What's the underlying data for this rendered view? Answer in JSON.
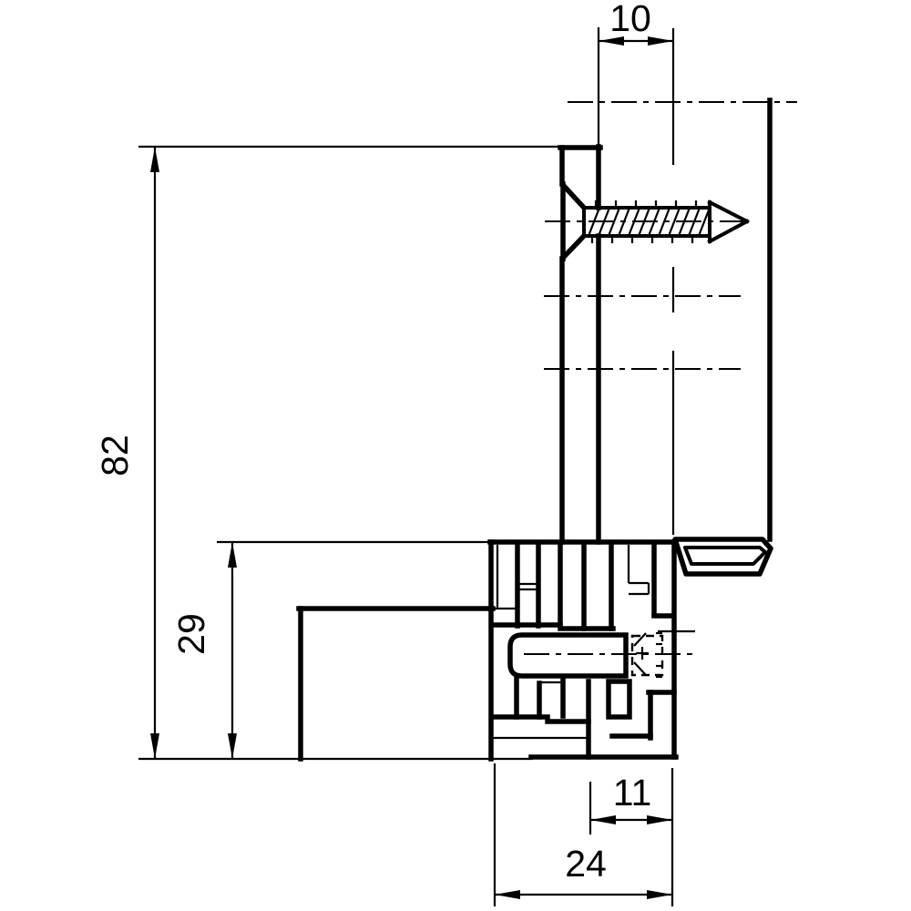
{
  "drawing": {
    "background": "#ffffff",
    "line_color": "#000000"
  },
  "dimensions": {
    "overall_height": "82",
    "lower_section_height": "29",
    "hole_offset": "10",
    "pin_to_edge": "11",
    "body_width": "24"
  }
}
